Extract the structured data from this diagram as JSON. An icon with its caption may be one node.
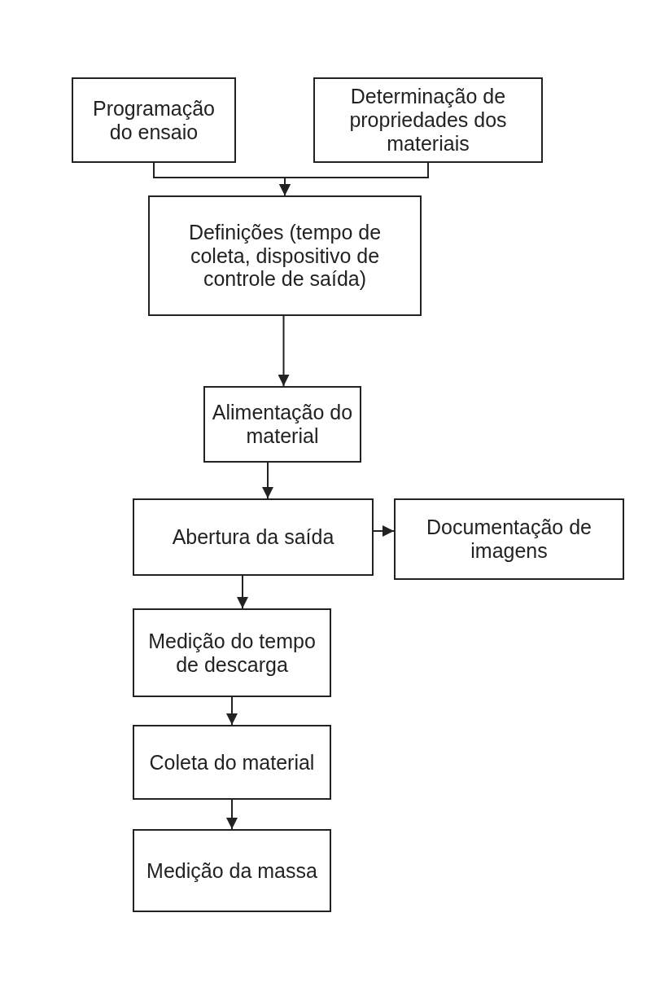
{
  "diagram": {
    "nodes": [
      {
        "text": [
          "Programação do ensaio"
        ]
      },
      {
        "text": [
          "Determinação de propriedades dos materiais"
        ]
      },
      {
        "text": [
          "Definições (tempo de coleta, dispositivo de controle de saída)"
        ]
      },
      {
        "text": [
          "Alimentação do material"
        ]
      },
      {
        "text": [
          "Abertura da saída"
        ]
      },
      {
        "text": [
          "Documentação de imagens"
        ]
      },
      {
        "text": [
          "Medição do tempo de descarga"
        ]
      },
      {
        "text": [
          "Coleta do material"
        ]
      },
      {
        "text": [
          "Medição da massa"
        ]
      }
    ],
    "edges": [
      {
        "from": 0,
        "to": 2,
        "arrow": "to"
      },
      {
        "from": 1,
        "to": 2,
        "arrow": "to"
      },
      {
        "from": 2,
        "to": 3,
        "arrow": "to"
      },
      {
        "from": 3,
        "to": 4,
        "arrow": "to"
      },
      {
        "from": 4,
        "to": 5,
        "arrow": "to"
      },
      {
        "from": 4,
        "to": 6,
        "arrow": "to"
      },
      {
        "from": 6,
        "to": 7,
        "arrow": "to"
      },
      {
        "from": 7,
        "to": 8,
        "arrow": "to"
      }
    ]
  }
}
